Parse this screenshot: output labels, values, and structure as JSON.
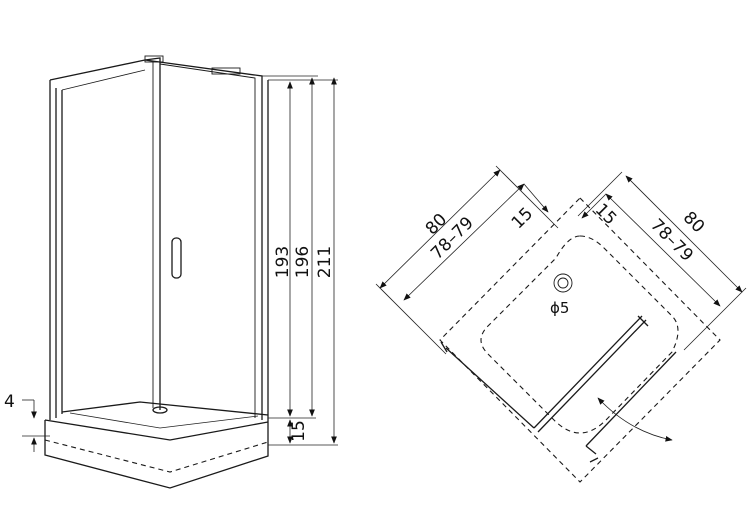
{
  "elevation": {
    "heights": {
      "door": "193",
      "panel": "196",
      "total": "211",
      "tray": "15",
      "step": "4"
    }
  },
  "plan": {
    "left_width_outer": "80",
    "left_width_range": "78–79",
    "left_offset": "15",
    "right_width_outer": "80",
    "right_width_range": "78–79",
    "right_offset": "15",
    "drain": "ϕ5"
  }
}
